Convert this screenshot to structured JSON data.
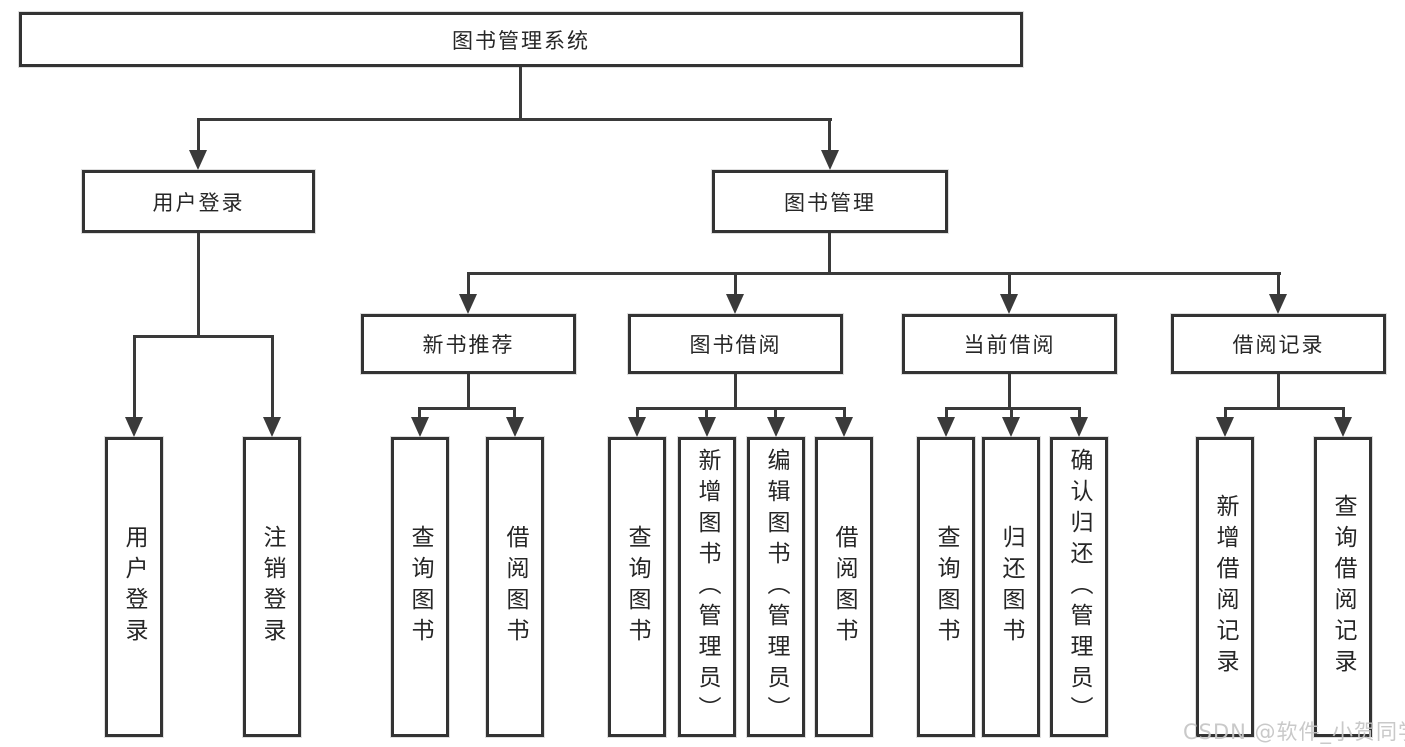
{
  "tree": {
    "root": {
      "label": "图书管理系统"
    },
    "branches": [
      {
        "label": "用户登录",
        "children": [
          {
            "label": "用户登录"
          },
          {
            "label": "注销登录"
          }
        ]
      },
      {
        "label": "图书管理",
        "children": [
          {
            "label": "新书推荐",
            "children": [
              {
                "label": "查询图书"
              },
              {
                "label": "借阅图书"
              }
            ]
          },
          {
            "label": "图书借阅",
            "children": [
              {
                "label": "查询图书"
              },
              {
                "label": "新增图书（管理员）"
              },
              {
                "label": "编辑图书（管理员）"
              },
              {
                "label": "借阅图书"
              }
            ]
          },
          {
            "label": "当前借阅",
            "children": [
              {
                "label": "查询图书"
              },
              {
                "label": "归还图书"
              },
              {
                "label": "确认归还（管理员）"
              }
            ]
          },
          {
            "label": "借阅记录",
            "children": [
              {
                "label": "新增借阅记录"
              },
              {
                "label": "查询借阅记录"
              }
            ]
          }
        ]
      }
    ]
  },
  "colors": {
    "line": "#3a3a3a",
    "border": "#333333",
    "text": "#262626",
    "background": "#ffffff",
    "watermark": "#c6c6c6"
  },
  "watermark": {
    "text": "CSDN @软件_小贺同学"
  }
}
